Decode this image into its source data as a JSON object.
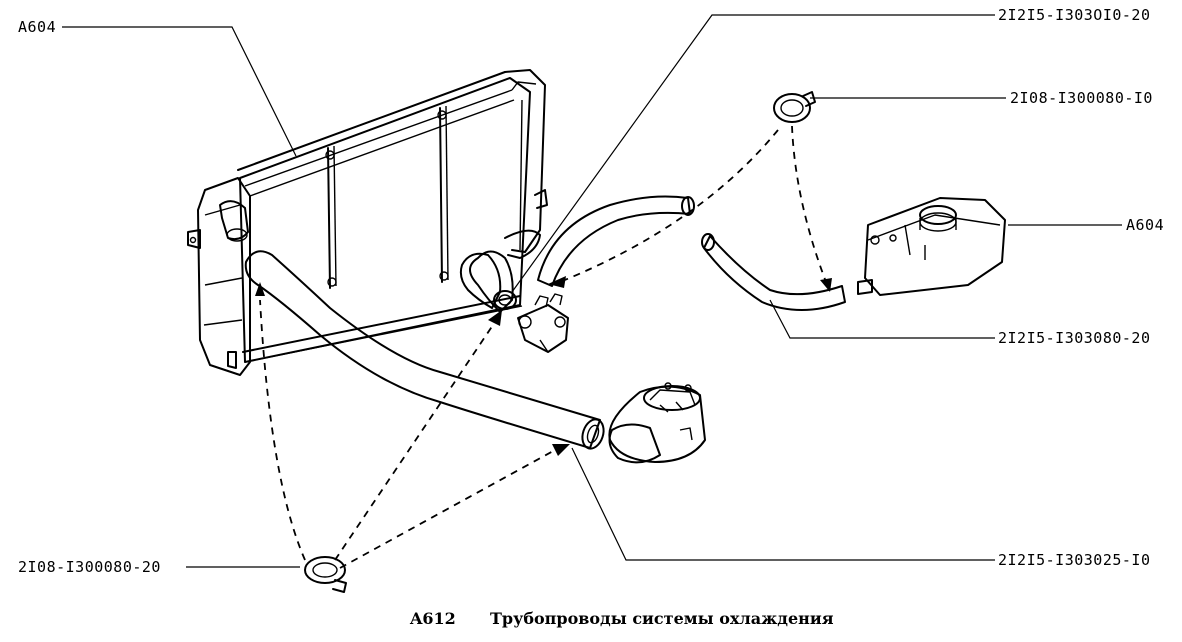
{
  "labels": {
    "radiator": "A604",
    "hose_top": "2I2I5-I303OI0-20",
    "clamp_top": "2I08-I300080-I0",
    "tank": "A604",
    "hose_tank": "2I2I5-I303080-20",
    "clamp_bottom": "2I08-I300080-20",
    "hose_lower": "2I2I5-I303025-I0"
  },
  "caption": {
    "code": "A612",
    "title": "Трубопроводы системы охлаждения"
  }
}
